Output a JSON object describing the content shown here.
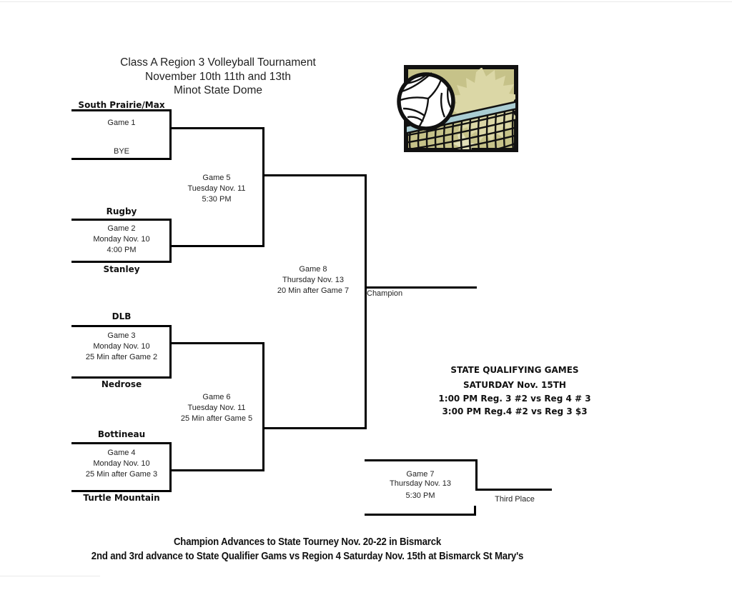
{
  "title": {
    "line1": "Class A Region 3 Volleyball Tournament",
    "line2": "November 10th 11th and 13th",
    "line3": "Minot State Dome"
  },
  "teams": [
    {
      "name": "South Prairie/Max"
    },
    {
      "name": "BYE"
    },
    {
      "name": "Rugby"
    },
    {
      "name": "Stanley"
    },
    {
      "name": "DLB"
    },
    {
      "name": "Nedrose"
    },
    {
      "name": "Bottineau"
    },
    {
      "name": "Turtle Mountain"
    }
  ],
  "games": [
    {
      "name": "Game 1"
    },
    {
      "name": "Game 2",
      "date": "Monday Nov. 10",
      "time": "4:00 PM"
    },
    {
      "name": "Game 3",
      "date": "Monday Nov. 10",
      "time": "25 Min after Game 2"
    },
    {
      "name": "Game 4",
      "date": "Monday Nov. 10",
      "time": "25 Min after Game 3"
    },
    {
      "name": "Game 5",
      "date": "Tuesday Nov. 11",
      "time": "5:30 PM"
    },
    {
      "name": "Game 6",
      "date": "Tuesday Nov. 11",
      "time": "25 Min after Game 5"
    },
    {
      "name": "Game 7",
      "date": "Thursday Nov. 13",
      "time": "5:30 PM"
    },
    {
      "name": "Game 8",
      "date": "Thursday Nov. 13",
      "time": "20 Min after Game 7"
    }
  ],
  "results": {
    "champion_label": "Champion",
    "third_place_label": "Third Place"
  },
  "state_qualifying": {
    "heading": "STATE QUALIFYING GAMES",
    "subheading": "SATURDAY Nov. 15TH",
    "game1": "1:00 PM Reg. 3 #2 vs Reg 4 # 3",
    "game2": "3:00 PM Reg.4 #2 vs Reg 3 $3"
  },
  "footer": {
    "line1": "Champion Advances to State Tourney Nov. 20-22 in Bismarck",
    "line2": "2nd and 3rd advance to State Qualifier Gams vs Region 4 Saturday Nov. 15th  at Bismarck St Mary's"
  },
  "clipart": {
    "name": "volleyball-and-net-clipart",
    "bg_color": "#c6c289",
    "sunburst_color": "#dbd7a6",
    "net_band_color": "#aacdd3",
    "ball_color": "#ffffff",
    "outline_color": "#111111"
  }
}
